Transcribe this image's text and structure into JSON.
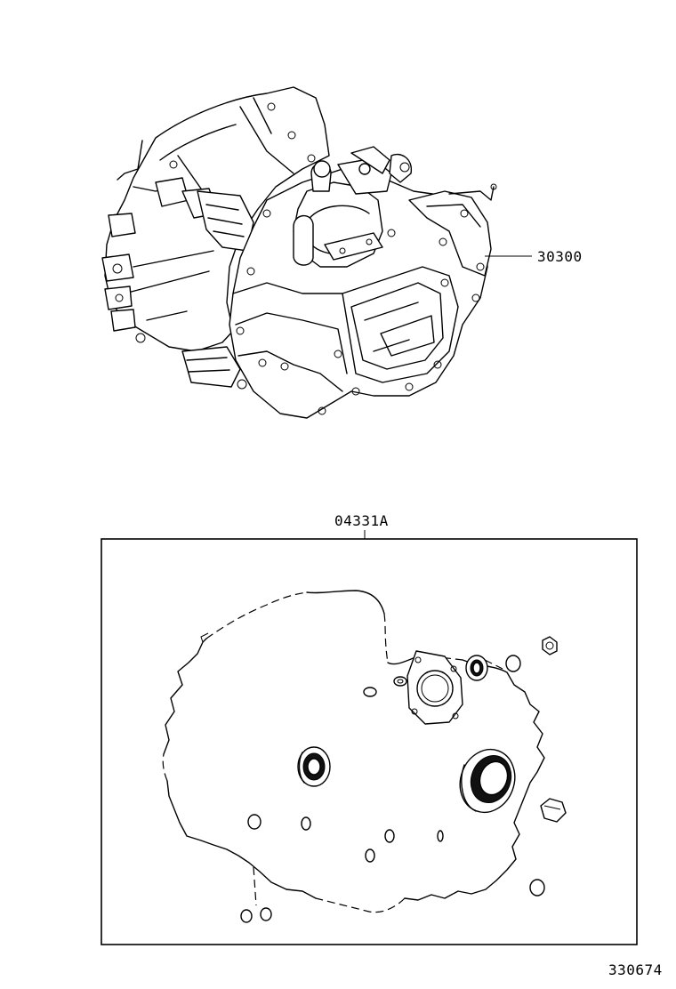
{
  "labels": {
    "assembly_part": "30300",
    "gasket_kit": "04331A",
    "diagram_id": "330674"
  },
  "colors": {
    "ink": "#000000",
    "paper": "#ffffff"
  },
  "icons": [
    "transaxle-assembly-drawing",
    "gasket-kit-drawing"
  ]
}
